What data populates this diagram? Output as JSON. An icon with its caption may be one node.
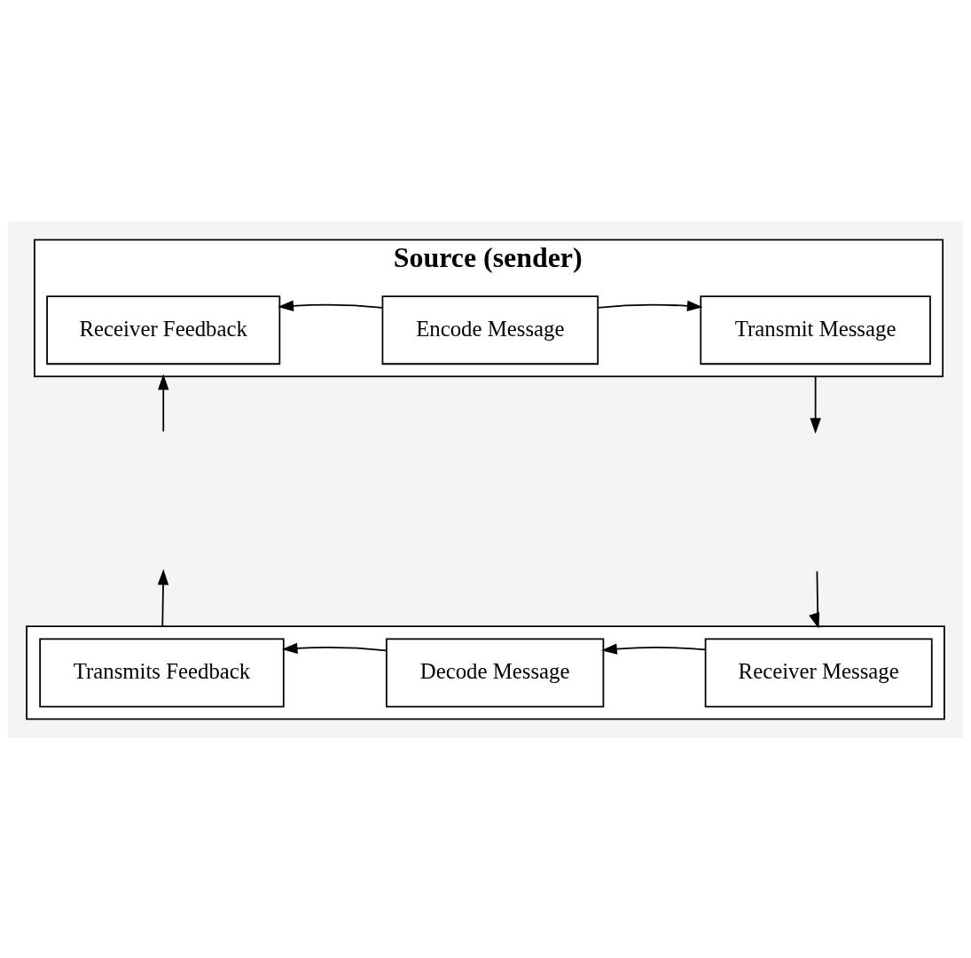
{
  "diagram": {
    "nodes": [
      {
        "text": [
          "Source (sender)"
        ]
      },
      {
        "text": [
          "Receiver Feedback"
        ],
        "in": 0
      },
      {
        "text": [
          "Encode Message"
        ],
        "in": 0
      },
      {
        "text": [
          "Transmit Message"
        ],
        "in": 0
      },
      {
        "text": [],
        "shape": "box"
      },
      {
        "text": [
          "Transmits Feedback"
        ],
        "in": 4
      },
      {
        "text": [
          "Decode Message"
        ],
        "in": 4
      },
      {
        "text": [
          "Receiver Message"
        ],
        "in": 4
      }
    ],
    "edges": [
      {
        "from": 2,
        "to": 1,
        "arrow": "to"
      },
      {
        "from": 2,
        "to": 3,
        "arrow": "to"
      },
      {
        "from": null,
        "to": 0,
        "arrow": "to"
      },
      {
        "from": 0,
        "to": null,
        "arrow": "to"
      },
      {
        "from": 7,
        "to": 6,
        "arrow": "to"
      },
      {
        "from": 6,
        "to": 5,
        "arrow": "to"
      },
      {
        "from": null,
        "to": 4,
        "arrow": "to"
      },
      {
        "from": 4,
        "to": null,
        "arrow": "to"
      }
    ]
  }
}
